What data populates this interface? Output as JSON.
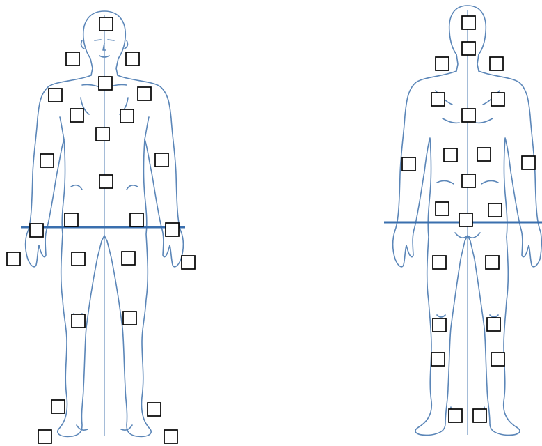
{
  "figures": [
    {
      "id": "front",
      "view": "front"
    },
    {
      "id": "back",
      "view": "back"
    }
  ],
  "checkbox_state": "unchecked",
  "colors": {
    "outline": "#5b86b8",
    "reference_line": "#3a6fae",
    "checkbox_border": "#000000",
    "background": "#ffffff"
  },
  "checkboxes": {
    "front": [
      {
        "region": "head"
      },
      {
        "region": "neck-right"
      },
      {
        "region": "neck-left"
      },
      {
        "region": "upper-chest"
      },
      {
        "region": "shoulder-right"
      },
      {
        "region": "shoulder-left"
      },
      {
        "region": "chest-right"
      },
      {
        "region": "chest-left"
      },
      {
        "region": "sternum"
      },
      {
        "region": "upper-arm-right"
      },
      {
        "region": "upper-arm-left"
      },
      {
        "region": "abdomen"
      },
      {
        "region": "hip-right"
      },
      {
        "region": "hip-left"
      },
      {
        "region": "wrist-right"
      },
      {
        "region": "wrist-left"
      },
      {
        "region": "hand-right"
      },
      {
        "region": "hand-left"
      },
      {
        "region": "thigh-right"
      },
      {
        "region": "thigh-left"
      },
      {
        "region": "knee-right"
      },
      {
        "region": "knee-left"
      },
      {
        "region": "ankle-right"
      },
      {
        "region": "ankle-left"
      },
      {
        "region": "foot-right"
      },
      {
        "region": "foot-left"
      }
    ],
    "back": [
      {
        "region": "head"
      },
      {
        "region": "neck"
      },
      {
        "region": "shoulder-left"
      },
      {
        "region": "shoulder-right"
      },
      {
        "region": "upper-back-left"
      },
      {
        "region": "upper-back-right"
      },
      {
        "region": "mid-spine"
      },
      {
        "region": "upper-arm-left"
      },
      {
        "region": "upper-arm-right"
      },
      {
        "region": "lower-back-left"
      },
      {
        "region": "lower-back-right"
      },
      {
        "region": "lumbar"
      },
      {
        "region": "buttock-left"
      },
      {
        "region": "buttock-right"
      },
      {
        "region": "sacrum"
      },
      {
        "region": "thigh-left"
      },
      {
        "region": "thigh-right"
      },
      {
        "region": "knee-left"
      },
      {
        "region": "knee-right"
      },
      {
        "region": "calf-left"
      },
      {
        "region": "calf-right"
      },
      {
        "region": "heel-left"
      },
      {
        "region": "heel-right"
      }
    ]
  }
}
